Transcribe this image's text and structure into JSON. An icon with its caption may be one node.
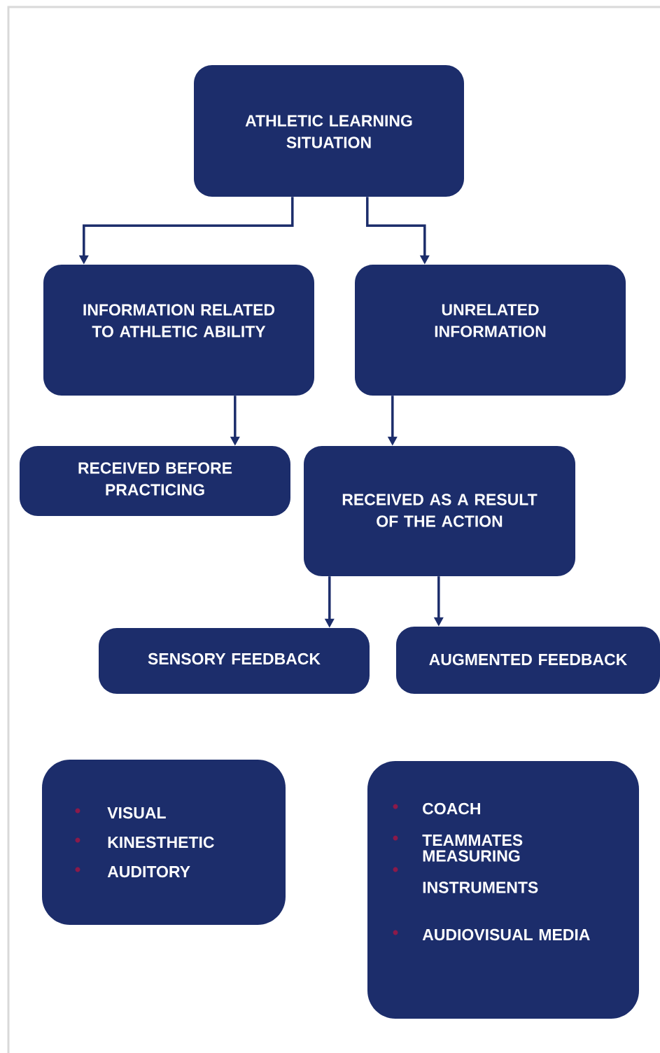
{
  "diagram": {
    "nodes": [
      {
        "text": [
          "ATHLETIC LEARNING SITUATION"
        ]
      },
      {
        "text": [
          "INFORMATION RELATED TO ATHLETIC ABILITY"
        ]
      },
      {
        "text": [
          "UNRELATED INFORMATION"
        ]
      },
      {
        "text": [
          "RECEIVED BEFORE PRACTICING"
        ]
      },
      {
        "text": [
          "RECEIVED AS A RESULT OF THE ACTION"
        ]
      },
      {
        "text": [
          "SENSORY FEEDBACK"
        ]
      },
      {
        "text": [
          "AUGMENTED FEEDBACK"
        ]
      },
      {
        "text": [
          "VISUAL",
          "KINESTHETIC",
          "AUDITORY"
        ]
      },
      {
        "text": [
          "COACH",
          "TEAMMATES",
          "MEASURING INSTRUMENTS",
          "AUDIOVISUAL MEDIA"
        ]
      }
    ],
    "edges": [
      {
        "from": 0,
        "to": 1,
        "arrow": "to"
      },
      {
        "from": 0,
        "to": 2,
        "arrow": "to"
      },
      {
        "from": 1,
        "to": 3,
        "arrow": "to"
      },
      {
        "from": 2,
        "to": 4,
        "arrow": "to"
      },
      {
        "from": 4,
        "to": 5,
        "arrow": "to"
      },
      {
        "from": 4,
        "to": 6,
        "arrow": "to"
      }
    ]
  }
}
